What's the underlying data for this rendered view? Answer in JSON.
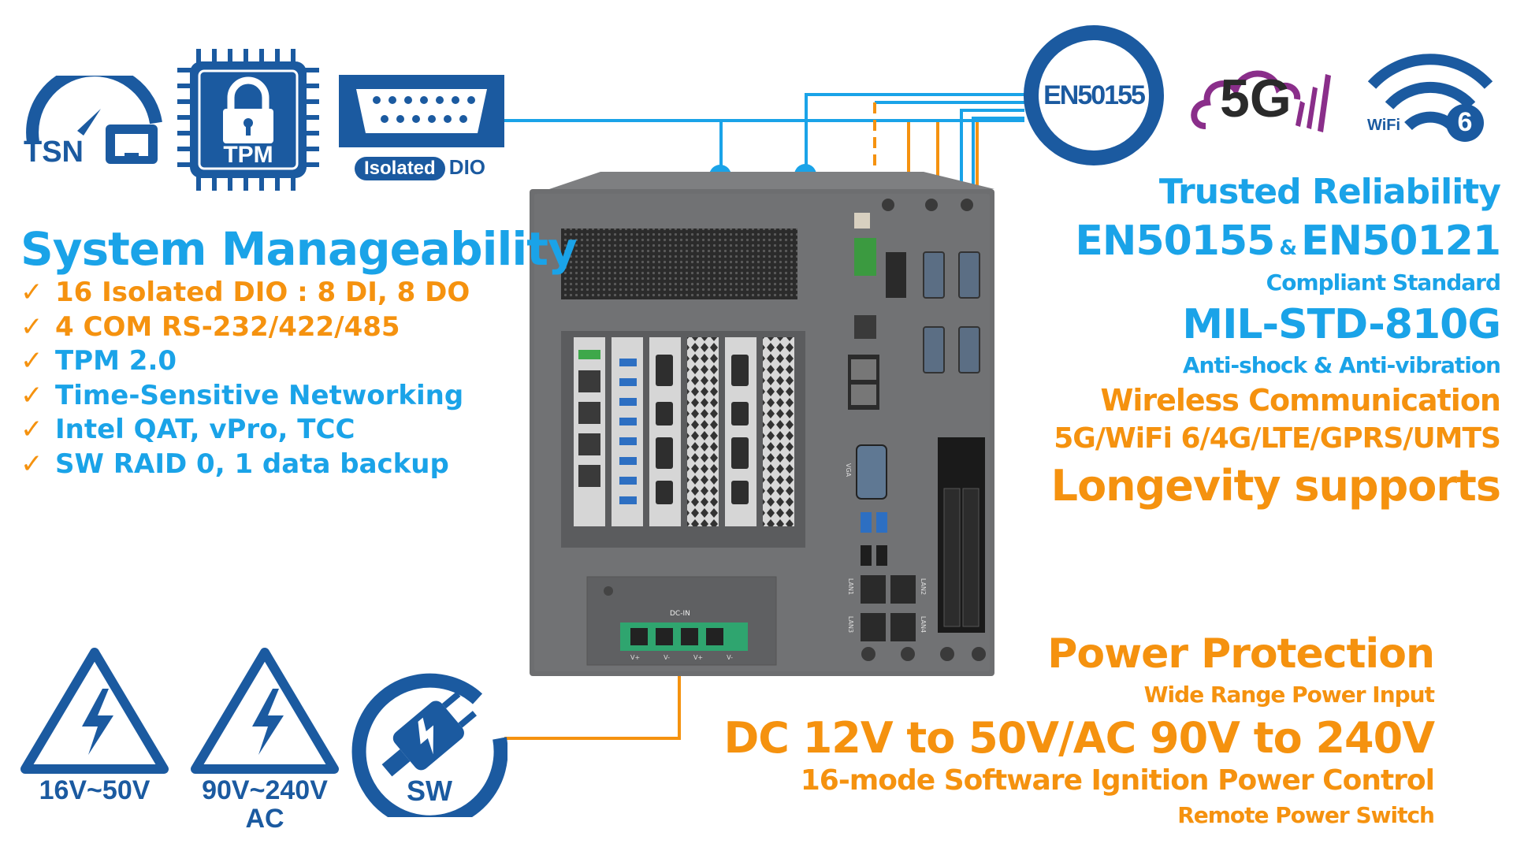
{
  "icons": {
    "tsn": "TSN",
    "tpm": "TPM",
    "isolated_dio_a": "Isolated",
    "isolated_dio_b": "DIO",
    "en50155": "EN50155",
    "five_g": "5G",
    "wifi_a": "WiFi",
    "wifi_b": "6",
    "power_dc": "16V~50V",
    "power_ac_a": "90V~240V",
    "power_ac_b": "AC",
    "sw": "SW"
  },
  "system": {
    "title": "System Manageability",
    "check": "✓",
    "items": [
      "16 Isolated DIO : 8 DI, 8 DO",
      "4 COM RS-232/422/485",
      "TPM 2.0",
      "Time-Sensitive Networking",
      "Intel QAT, vPro, TCC",
      "SW RAID 0, 1 data backup"
    ]
  },
  "reliability": {
    "title": "Trusted Reliability",
    "std_a": "EN50155",
    "amp": "&",
    "std_b": "EN50121",
    "compliant": "Compliant Standard",
    "mil": "MIL-STD-810G",
    "shock": "Anti-shock & Anti-vibration",
    "wireless": "Wireless Communication",
    "wireless_list": "5G/WiFi 6/4G/LTE/GPRS/UMTS",
    "longevity": "Longevity supports"
  },
  "power": {
    "title": "Power Protection",
    "wide": "Wide Range Power Input",
    "range": "DC 12V to 50V/AC 90V to 240V",
    "ignition": "16-mode Software Ignition Power Control",
    "remote": "Remote Power Switch"
  },
  "device": {
    "dc_in": "DC-IN",
    "vga": "VGA",
    "lan1": "LAN1",
    "lan2": "LAN2",
    "lan3": "LAN3",
    "lan4": "LAN4",
    "pin_labels": [
      "V+",
      "V-",
      "V+",
      "V-"
    ]
  },
  "colors": {
    "blue": "#1aa3e8",
    "dark_blue": "#1b5aa0",
    "orange": "#f5920f",
    "purple": "#8a2e8a",
    "chassis": "#6d6e70"
  }
}
